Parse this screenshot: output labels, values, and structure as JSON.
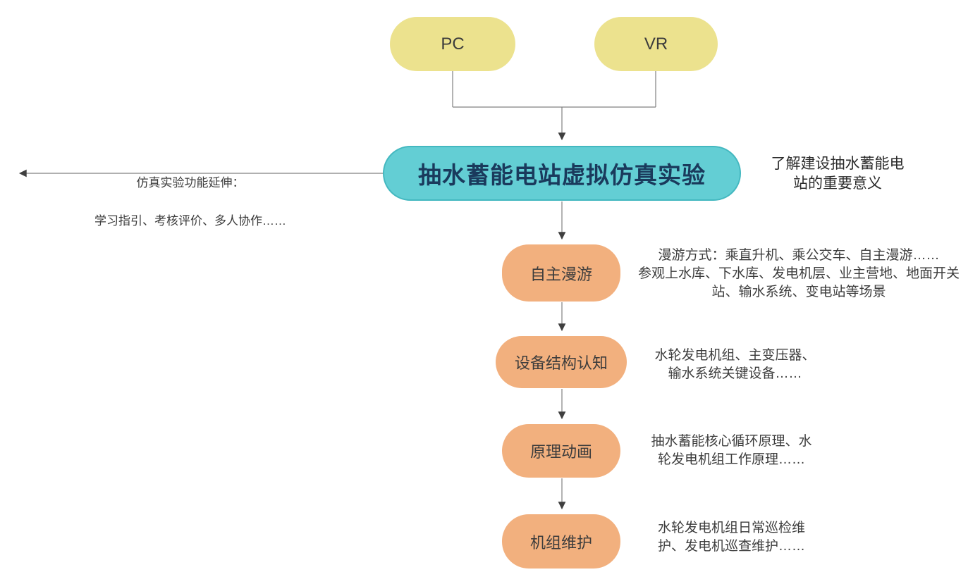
{
  "colors": {
    "top_node_fill": "#ece28e",
    "title_fill": "#63ced4",
    "title_border": "#44b8c0",
    "title_text": "#1a3a5c",
    "step_fill": "#f2b07e",
    "line": "#808080",
    "arrowhead": "#3f3f3f",
    "body_text": "#3c3c3c"
  },
  "top_nodes": [
    {
      "label": "PC"
    },
    {
      "label": "VR"
    }
  ],
  "title": {
    "label": "抽水蓄能电站虚拟仿真实验",
    "right_note": "了解建设抽水蓄能电\n站的重要意义",
    "left_note_line1": "仿真实验功能延伸：",
    "left_note_line2": "学习指引、考核评价、多人协作……"
  },
  "steps": [
    {
      "label": "自主漫游",
      "note": "漫游方式：乘直升机、乘公交车、自主漫游……\n参观上水库、下水库、发电机层、业主营地、地面开关\n站、输水系统、变电站等场景"
    },
    {
      "label": "设备结构认知",
      "note": "水轮发电机组、主变压器、\n输水系统关键设备……"
    },
    {
      "label": "原理动画",
      "note": "抽水蓄能核心循环原理、水\n轮发电机组工作原理……"
    },
    {
      "label": "机组维护",
      "note": "水轮发电机组日常巡检维\n护、发电机巡查维护……"
    }
  ]
}
